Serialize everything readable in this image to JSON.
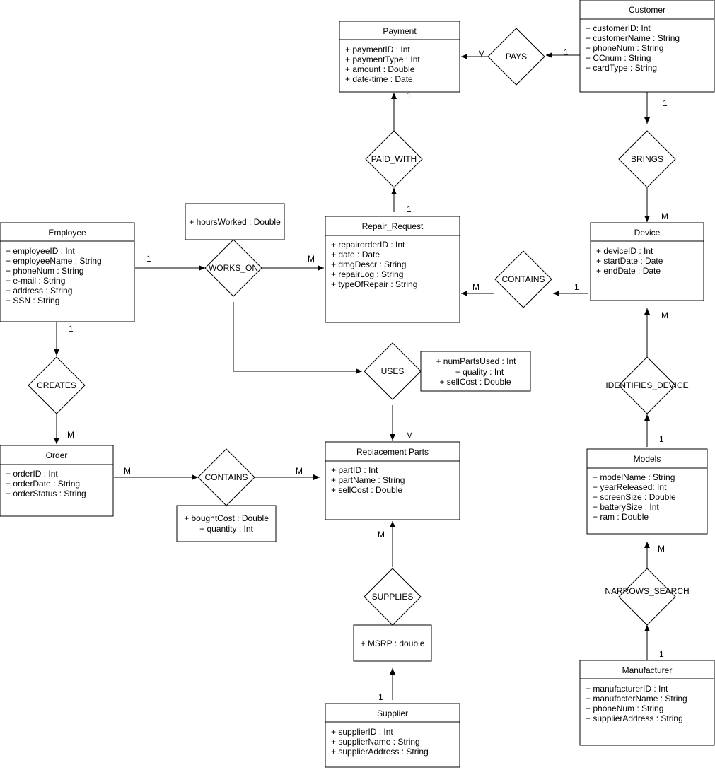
{
  "entities": {
    "payment": {
      "title": "Payment",
      "attrs": [
        "+ paymentID : Int",
        "+ paymentType : Int",
        "+ amount : Double",
        "+ date-time : Date"
      ]
    },
    "customer": {
      "title": "Customer",
      "attrs": [
        "+ customerID: Int",
        "+ customerName : String",
        "+ phoneNum : String",
        "+ CCnum : String",
        "+ cardType : String"
      ]
    },
    "employee": {
      "title": "Employee",
      "attrs": [
        "+ employeeID : Int",
        "+ employeeName : String",
        "+ phoneNum : String",
        "+ e-mail : String",
        "+ address : String",
        "+ SSN : String"
      ]
    },
    "repair_request": {
      "title": "Repair_Request",
      "attrs": [
        "+ repairorderID : Int",
        "+ date : Date",
        "+ dmgDescr : String",
        "+ repairLog : String",
        "+ typeOfRepair : String"
      ]
    },
    "device": {
      "title": "Device",
      "attrs": [
        "+ deviceID : Int",
        "+ startDate : Date",
        "+ endDate : Date"
      ]
    },
    "order": {
      "title": "Order",
      "attrs": [
        "+ orderID : Int",
        "+ orderDate : String",
        "+ orderStatus : String"
      ]
    },
    "replacement_parts": {
      "title": "Replacement Parts",
      "attrs": [
        "+ partID : Int",
        "+ partName : String",
        "+ sellCost : Double"
      ]
    },
    "models": {
      "title": "Models",
      "attrs": [
        "+ modelName : String",
        "+ yearReleased: Int",
        "+ screenSize : Double",
        "+ batterySize : Int",
        "+ ram  : Double"
      ]
    },
    "supplier": {
      "title": "Supplier",
      "attrs": [
        "+ supplierID : Int",
        "+ supplierName : String",
        "+ supplierAddress : String"
      ]
    },
    "manufacturer": {
      "title": "Manufacturer",
      "attrs": [
        "+ manufacturerID : Int",
        "+ manufacterName : String",
        "+ phoneNum : String",
        "+ supplierAddress : String"
      ]
    }
  },
  "relationships": {
    "pays": "PAYS",
    "paid_with": "PAID_WITH",
    "brings": "BRINGS",
    "works_on": "WORKS_ON",
    "contains_device": "CONTAINS",
    "creates": "CREATES",
    "uses": "USES",
    "identifies_device": "IDENTIFIES_DEVICE",
    "contains_order": "CONTAINS",
    "supplies": "SUPPLIES",
    "narrows_search": "NARROWS_SEARCH"
  },
  "relationship_attributes": {
    "works_on": [
      "+ hoursWorked : Double"
    ],
    "uses": [
      "+ numPartsUsed : Int",
      "+ quality : Int",
      "+ sellCost : Double"
    ],
    "contains_order": [
      "+ boughtCost : Double",
      "+ quantity : Int"
    ],
    "supplies": [
      "+ MSRP : double"
    ]
  },
  "cardinalities": {
    "pays_payment": "M",
    "pays_customer": "1",
    "paid_with_payment": "1",
    "paid_with_repair": "1",
    "brings_customer": "1",
    "brings_device": "M",
    "works_on_employee": "1",
    "works_on_repair": "M",
    "contains_repair": "M",
    "contains_device": "1",
    "identifies_device": "M",
    "identifies_models": "1",
    "creates_employee": "1",
    "creates_order": "M",
    "uses_parts": "M",
    "contains_order": "M",
    "contains_parts": "M",
    "supplies_parts": "M",
    "supplies_supplier": "1",
    "narrows_models": "M",
    "narrows_manufacturer": "1"
  }
}
